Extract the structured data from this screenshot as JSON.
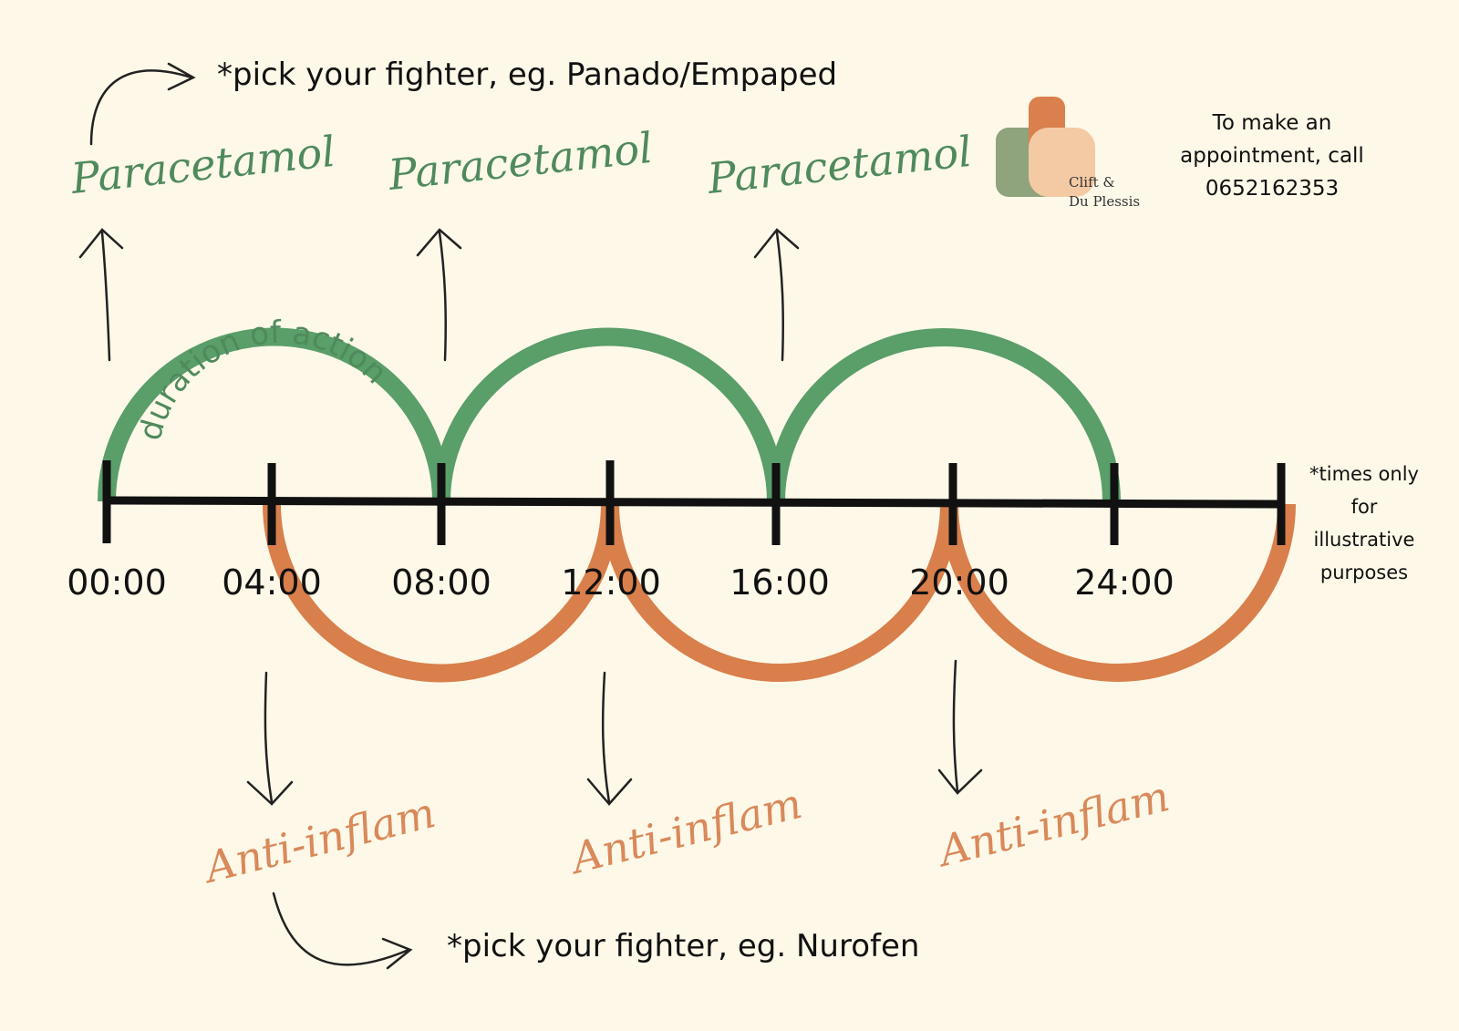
{
  "top_note": "*pick your fighter, eg. Panado/Empaped",
  "bottom_note": "*pick your fighter, eg. Nurofen",
  "paracetamol_label": "Paracetamol",
  "anti_inflam_label": "Anti-inflam",
  "arc_caption": "duration of action",
  "times": [
    "00:00",
    "04:00",
    "08:00",
    "12:00",
    "16:00",
    "20:00",
    "24:00"
  ],
  "disclaimer": "*times only for illustrative purposes",
  "contact": {
    "line1": "To make an",
    "line2": "appointment, call",
    "phone": "0652162353"
  },
  "logo": {
    "line1": "Clift &",
    "line2": "Du Plessis"
  },
  "colors": {
    "paracetamol": "#5a9e6a",
    "anti_inflam": "#d97f4b",
    "background": "#fdf8e8"
  }
}
